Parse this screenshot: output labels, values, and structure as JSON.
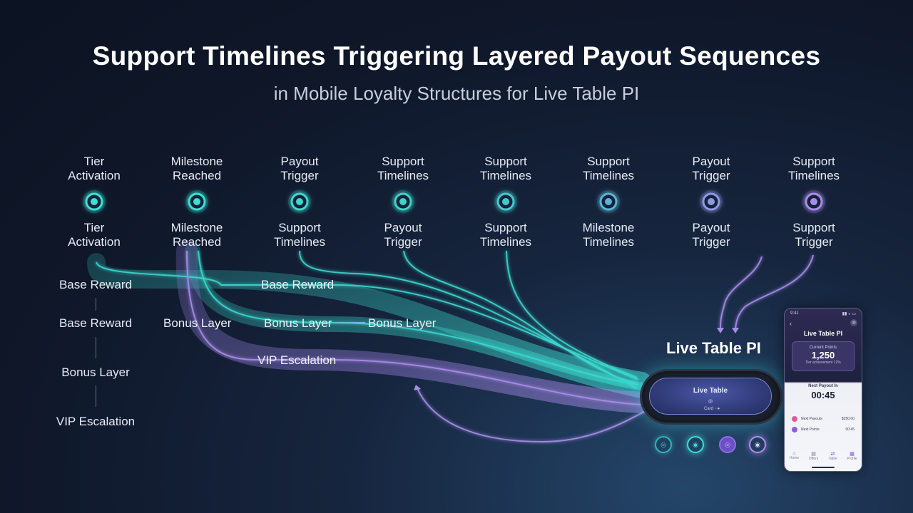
{
  "title": "Support Timelines Triggering Layered Payout Sequences",
  "subtitle": "in Mobile Loyalty Structures for Live Table PI",
  "timeline": {
    "top_labels": [
      "Tier\nActivation",
      "Milestone\nReached",
      "Payout\nTrigger",
      "Support\nTimelines",
      "Support\nTimelines",
      "Support\nTimelines",
      "Payout\nTrigger",
      "Support\nTimelines"
    ],
    "bottom_labels": [
      "Tier\nActivation",
      "Milestone\nReached",
      "Support\nTimelines",
      "Payout\nTrigger",
      "Support\nTimelines",
      "Milestone\nTimelines",
      "Payout\nTrigger",
      "Support\nTrigger"
    ],
    "node_colors": [
      "#3de0d2",
      "#3de0d2",
      "#3ed8cc",
      "#3fd2c7",
      "#45c9cb",
      "#5ab4d4",
      "#8f98e4",
      "#a98cea"
    ]
  },
  "side_labels": [
    "Base Reward",
    "Base Reward",
    "Bonus Layer",
    "VIP Escalation"
  ],
  "flow_labels": {
    "base_reward": "Base Reward",
    "bonus_layer_1": "Bonus Layer",
    "bonus_layer_2": "Bonus Layer",
    "bonus_layer_3": "Bonus Layer",
    "vip_escalation": "VIP Escalation"
  },
  "live_table": {
    "title": "Live Table PI",
    "felt_text": "Live Table",
    "chip_text": "◎",
    "small_text": "Card ◦ ●"
  },
  "phone": {
    "status_left": "9:41",
    "status_right": "▮▮ ◒ ▭",
    "back": "‹",
    "help": "◎",
    "title": "Live Table PI",
    "card_label": "Current Points",
    "card_value": "1,250",
    "card_sub": "Tier achievement 12%",
    "timer_label": "Next Payout In",
    "timer_value": "00:45",
    "rows": [
      {
        "label": "Next Payouts",
        "value": "$250.00",
        "color": "#e05a9b"
      },
      {
        "label": "Next Points",
        "value": "00:45",
        "color": "#8d5de0"
      }
    ],
    "nav": [
      {
        "icon": "⌂",
        "label": "Home"
      },
      {
        "icon": "▤",
        "label": "Offers"
      },
      {
        "icon": "⇄",
        "label": "Table"
      },
      {
        "icon": "▦",
        "label": "Profile"
      }
    ]
  },
  "colors": {
    "teal": "#39d9cf",
    "violet": "#a07ee6",
    "background": "#0f1729"
  }
}
